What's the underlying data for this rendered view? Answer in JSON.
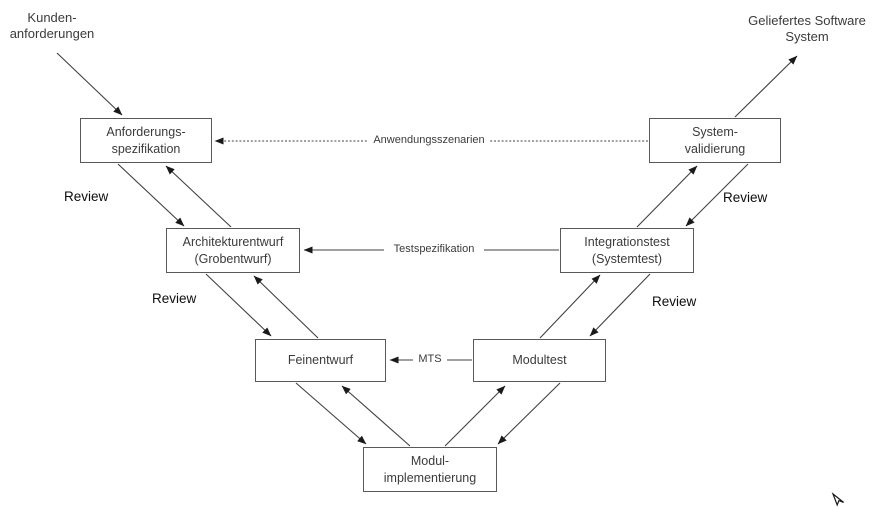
{
  "diagram_type": "v-model-software-process",
  "colors": {
    "background": "#ffffff",
    "box_border": "#595959",
    "box_text": "#3b3b3b",
    "line": "#404040",
    "arrowhead": "#1a1a1a",
    "review_text": "#0d0d0d"
  },
  "nodes": {
    "anforderungsspezifikation": {
      "label": "Anforderungs-\nspezifikation"
    },
    "systemvalidierung": {
      "label": "System-\nvalidierung"
    },
    "architekturentwurf": {
      "label": "Architekturentwurf\n(Grobentwurf)"
    },
    "integrationstest": {
      "label": "Integrationstest\n(Systemtest)"
    },
    "feinentwurf": {
      "label": "Feinentwurf"
    },
    "modultest": {
      "label": "Modultest"
    },
    "modulimplementierung": {
      "label": "Modul-\nimplementierung"
    }
  },
  "external_labels": {
    "kundenanforderungen": "Kunden-\nanforderungen",
    "geliefertes_software_system": "Geliefertes Software\nSystem"
  },
  "edge_labels": {
    "anwendungsszenarien": "Anwendungsszenarien",
    "testspezifikation": "Testspezifikation",
    "mts": "MTS"
  },
  "reviews": [
    "Review",
    "Review",
    "Review",
    "Review"
  ]
}
